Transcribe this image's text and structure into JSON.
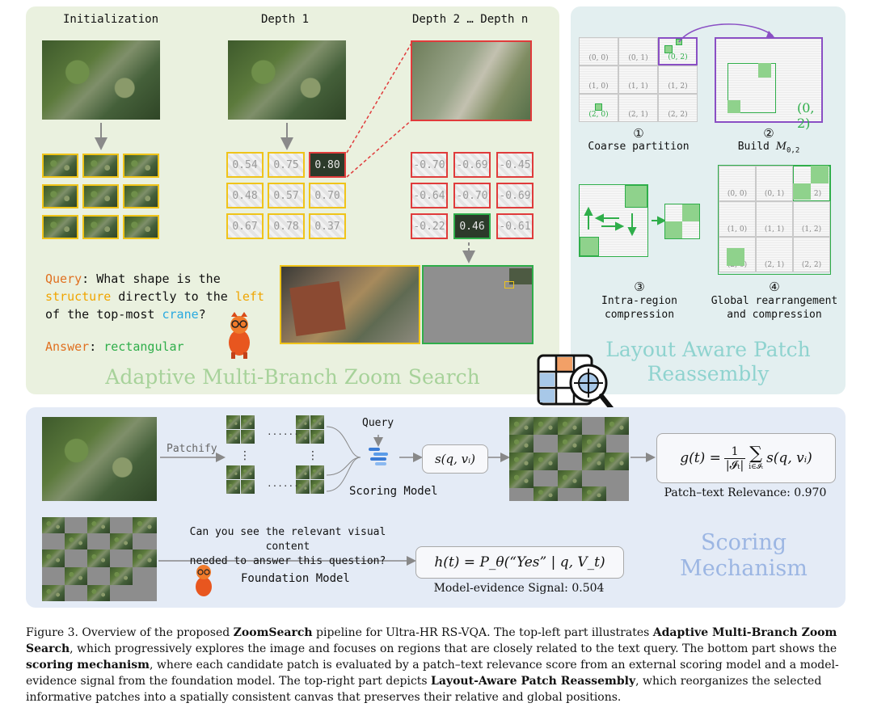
{
  "amz": {
    "init_label": "Initialization",
    "depth1_label": "Depth 1",
    "depthn_label": "Depth 2 … Depth n",
    "depth1_scores": [
      "0.54",
      "0.75",
      "0.80",
      "0.48",
      "0.57",
      "0.70",
      "0.67",
      "0.78",
      "0.37"
    ],
    "depthn_scores": [
      "-0.70",
      "-0.69",
      "-0.45",
      "-0.64",
      "-0.70",
      "-0.69",
      "-0.22",
      "0.46",
      "-0.61"
    ],
    "query_word": "Query",
    "query_rest_1": ": What shape is the",
    "query_structure": "structure",
    "query_rest_2": " directly to the ",
    "query_left": "left",
    "query_rest_3": "of the top-most ",
    "query_crane": "crane",
    "query_end": "?",
    "answer_word": "Answer",
    "answer_value": "rectangular",
    "title": "Adaptive Multi-Branch Zoom Search"
  },
  "lap": {
    "cell_labels": [
      "(0, 0)",
      "(0, 1)",
      "(0, 2)",
      "(1, 0)",
      "(1, 1)",
      "(1, 2)",
      "(2, 0)",
      "(2, 1)",
      "(2, 2)"
    ],
    "m02_label": "(0, 2)",
    "step1_num": "①",
    "step1_label": "Coarse partition",
    "step2_num": "②",
    "step2_label_pre": "Build ",
    "step2_label_math": "M",
    "step2_label_sub": "0,2",
    "step3_num": "③",
    "step3_label_1": "Intra-region",
    "step3_label_2": "compression",
    "step4_num": "④",
    "step4_label_1": "Global rearrangement",
    "step4_label_2": "and compression",
    "title_1": "Layout Aware Patch",
    "title_2": "Reassembly"
  },
  "scoring": {
    "patchify_label": "Patchify",
    "dots": "......",
    "vdots": "⋮",
    "query_label": "Query",
    "score_fn": "s(q, vᵢ)",
    "scoring_model_label": "Scoring Model",
    "g_formula_lhs": "g(t) =",
    "g_formula_frac_top": "1",
    "g_formula_frac_bottom": "|𝓘ₜ|",
    "g_formula_sum": "∑",
    "g_formula_sum_sub": "i∈𝓘ₜ",
    "g_formula_rhs": "s(q, vᵢ)",
    "patch_text_relevance": "Patch–text Relevance: 0.970",
    "question_1": "Can you see the relevant visual content",
    "question_2": "needed to answer this question?",
    "foundation_model_label": "Foundation Model",
    "h_formula": "h(t) = P_θ(“Yes” | q, V_t)",
    "model_evidence": "Model-evidence Signal: 0.504",
    "title_1": "Scoring",
    "title_2": "Mechanism"
  },
  "caption": {
    "p1": "Figure 3. Overview of the proposed ",
    "b1": "ZoomSearch",
    "p2": " pipeline for Ultra-HR RS-VQA. The top-left part illustrates ",
    "b2": "Adaptive Multi-Branch Zoom Search",
    "p3": ", which progressively explores the image and focuses on regions that are closely related to the text query. The bottom part shows the ",
    "b3": "scoring mechanism",
    "p4": ", where each candidate patch is evaluated by a patch–text relevance score from an external scoring model and a model-evidence signal from the foundation model. The top-right part depicts ",
    "b4": "Layout-Aware Patch Reassembly",
    "p5": ", which reorganizes the selected informative patches into a spatially consistent canvas that preserves their relative and global positions."
  },
  "colors": {
    "yellow": "#f0c419",
    "red": "#e03b3b",
    "green": "#2fae4a",
    "purple": "#8a4fc4",
    "orange": "#e07020",
    "query_blue": "#29a9e0"
  }
}
